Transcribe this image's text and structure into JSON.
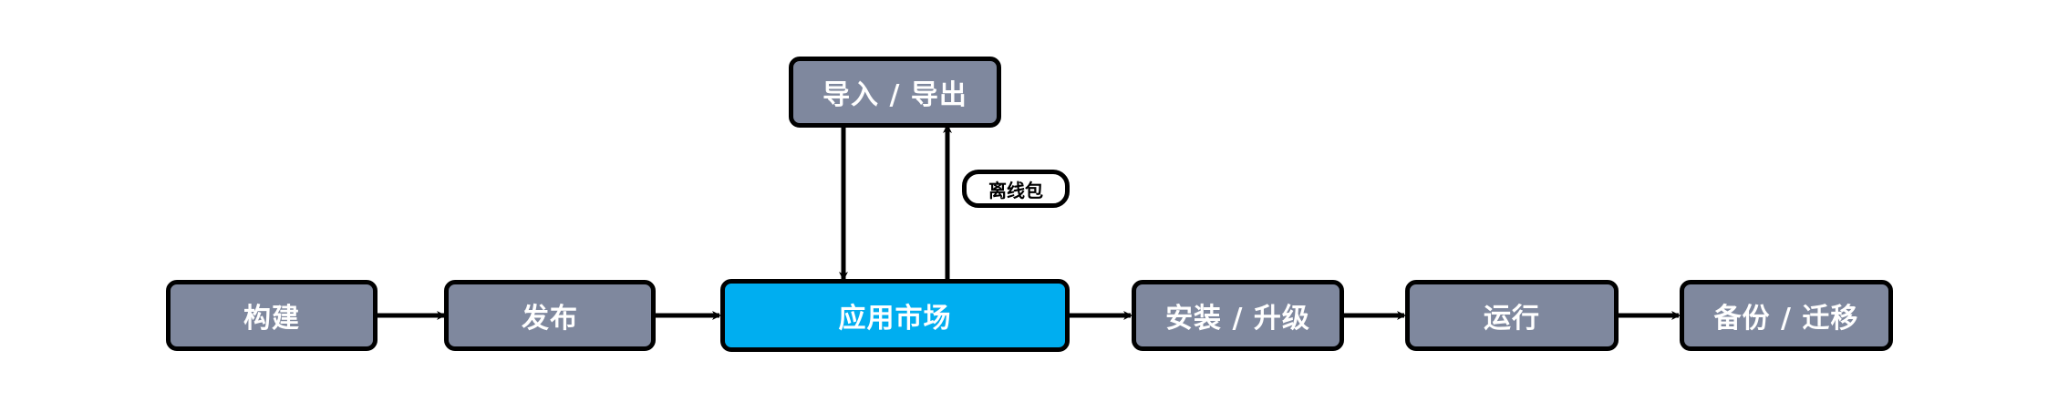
{
  "colors": {
    "node_fill": "#7f889e",
    "highlight_fill": "#00aef0",
    "border": "#000000",
    "text_on_node": "#ffffff",
    "tag_fill": "#ffffff"
  },
  "nodes": {
    "build": {
      "label": "构建"
    },
    "publish": {
      "label": "发布"
    },
    "app_market": {
      "label": "应用市场"
    },
    "install_upgrade": {
      "label": "安装 / 升级"
    },
    "run": {
      "label": "运行"
    },
    "backup_migrate": {
      "label": "备份 / 迁移"
    },
    "import_export": {
      "label": "导入 / 导出"
    }
  },
  "tags": {
    "offline_package": {
      "label": "离线包"
    }
  },
  "edges": [
    {
      "from": "build",
      "to": "publish"
    },
    {
      "from": "publish",
      "to": "app_market"
    },
    {
      "from": "app_market",
      "to": "install_upgrade"
    },
    {
      "from": "install_upgrade",
      "to": "run"
    },
    {
      "from": "run",
      "to": "backup_migrate"
    },
    {
      "from": "import_export",
      "to": "app_market"
    },
    {
      "from": "app_market",
      "to": "import_export",
      "label": "offline_package"
    }
  ]
}
